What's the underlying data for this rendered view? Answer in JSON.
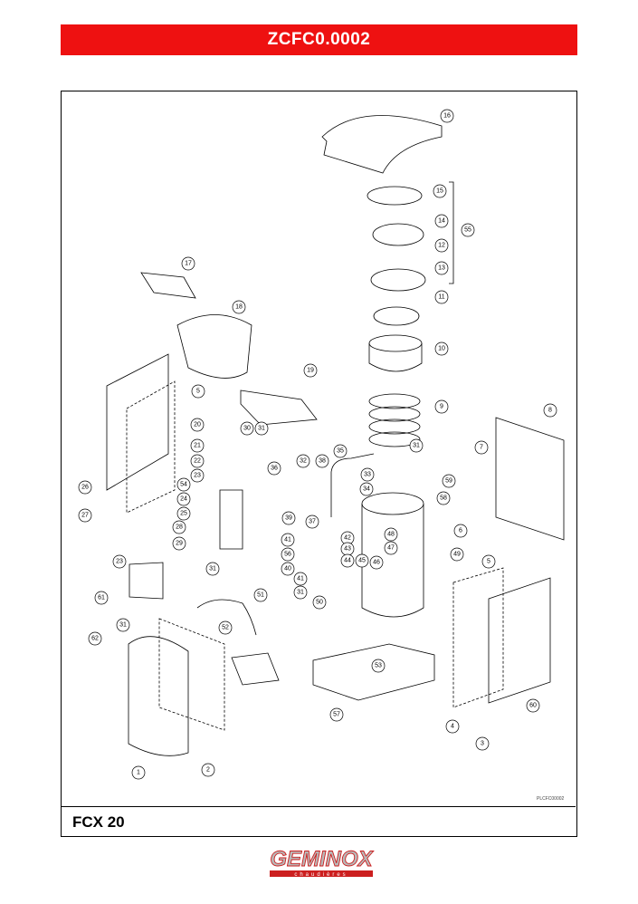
{
  "header": {
    "title": "ZCFC0.0002"
  },
  "footer": {
    "model": "FCX 20",
    "drawing_ref": "PLCFC00002"
  },
  "logo": {
    "text": "GEMINOX",
    "tagline": "chaudières"
  },
  "colors": {
    "header": "#ee1111",
    "line": "#000000",
    "logo_red": "#cc1f1f",
    "logo_grey": "#b9b9b9"
  },
  "callouts": [
    "1",
    "2",
    "3",
    "4",
    "5",
    "5",
    "6",
    "7",
    "8",
    "9",
    "10",
    "11",
    "12",
    "13",
    "14",
    "15",
    "16",
    "17",
    "18",
    "19",
    "20",
    "21",
    "22",
    "23",
    "23",
    "24",
    "25",
    "26",
    "27",
    "28",
    "29",
    "30",
    "31",
    "31",
    "31",
    "31",
    "31",
    "31",
    "32",
    "33",
    "34",
    "35",
    "36",
    "37",
    "38",
    "39",
    "40",
    "41",
    "41",
    "41",
    "42",
    "43",
    "44",
    "45",
    "46",
    "47",
    "48",
    "49",
    "50",
    "51",
    "52",
    "53",
    "54",
    "55",
    "56",
    "57",
    "58",
    "59",
    "60",
    "61",
    "62"
  ]
}
